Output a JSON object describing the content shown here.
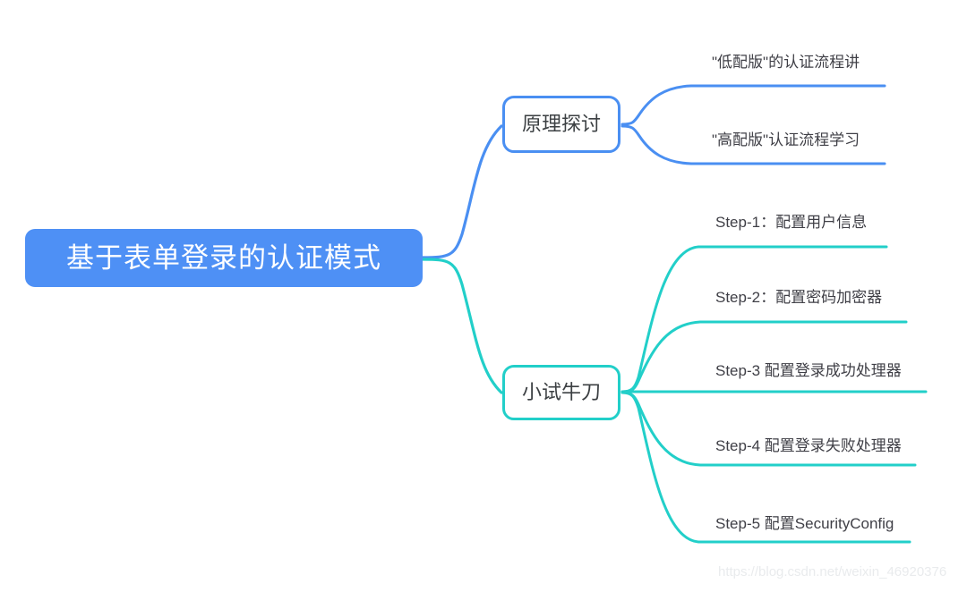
{
  "diagram": {
    "type": "mindmap",
    "root": {
      "label": "基于表单登录的认证模式",
      "fill": "#4e90f5",
      "text_color": "#ffffff"
    },
    "branches": [
      {
        "id": "principle",
        "label": "原理探讨",
        "color": "#4a8ff2",
        "leaves": [
          {
            "label": "\"低配版\"的认证流程讲"
          },
          {
            "label": "\"高配版\"认证流程学习"
          }
        ]
      },
      {
        "id": "practice",
        "label": "小试牛刀",
        "color": "#22cfc9",
        "leaves": [
          {
            "label": "Step-1：配置用户信息"
          },
          {
            "label": "Step-2：配置密码加密器"
          },
          {
            "label": "Step-3 配置登录成功处理器"
          },
          {
            "label": "Step-4 配置登录失败处理器"
          },
          {
            "label": "Step-5 配置SecurityConfig"
          }
        ]
      }
    ],
    "watermark": "https://blog.csdn.net/weixin_46920376"
  }
}
